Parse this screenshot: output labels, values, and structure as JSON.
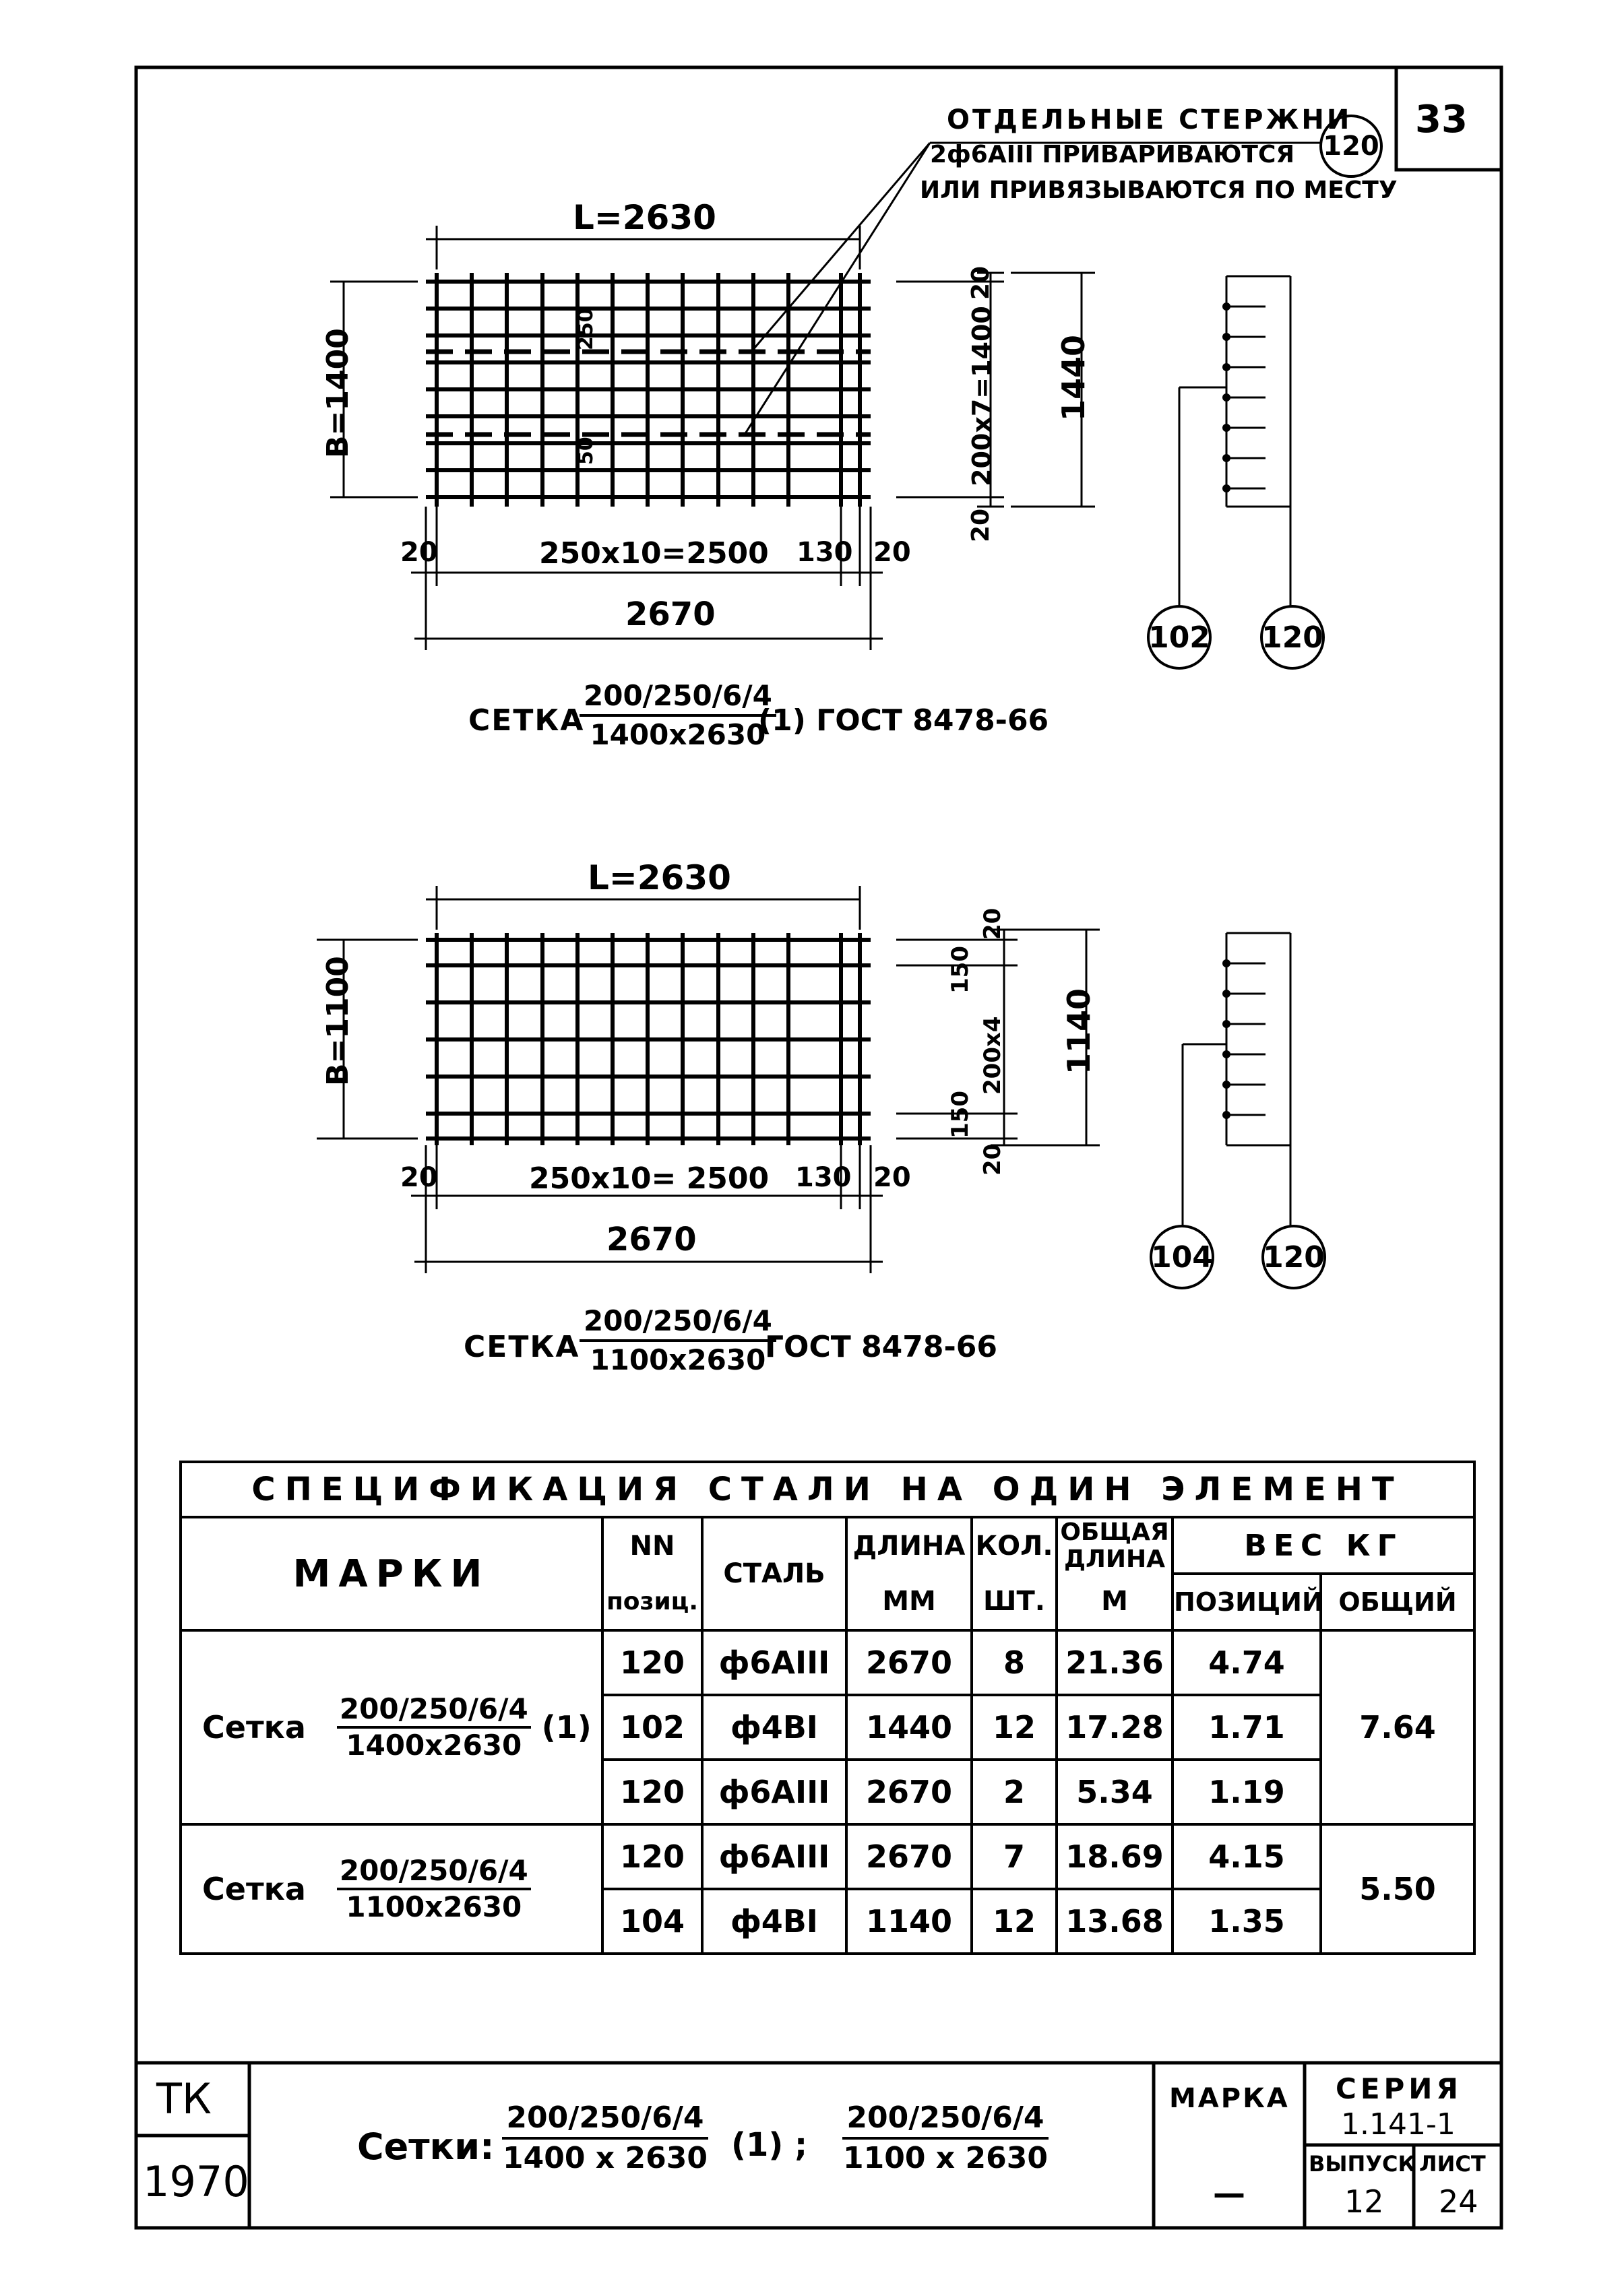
{
  "sheet": {
    "number": "33"
  },
  "drawing1": {
    "callout_line1": "ОТДЕЛЬНЫЕ СТЕРЖНИ",
    "callout_line2": "2ф6АIII ПРИВАРИВАЮТСЯ",
    "callout_line3": "ИЛИ ПРИВЯЗЫВАЮТСЯ ПО МЕСТУ",
    "callout_mark": "120",
    "length_label": "L=2630",
    "width_label": "B=1400",
    "dim_250": "250",
    "dim_50": "50",
    "bottom_left": "20",
    "bottom_middle": "250x10=2500",
    "bottom_130": "130",
    "bottom_right": "20",
    "total_length": "2670",
    "right_top": "20",
    "right_span": "200x7=1400",
    "right_bottom": "20",
    "right_total": "1440",
    "mark_left": "102",
    "mark_right": "120",
    "caption_prefix": "СЕТКА",
    "caption_num": "200/250/6/4",
    "caption_den": "1400x2630",
    "caption_suffix": "(1) ГОСТ 8478-66"
  },
  "drawing2": {
    "length_label": "L=2630",
    "width_label": "B=1100",
    "bottom_left": "20",
    "bottom_middle": "250x10= 2500",
    "bottom_130": "130",
    "bottom_right": "20",
    "total_length": "2670",
    "right_top": "20",
    "right_150a": "150",
    "right_span": "200x4",
    "right_150b": "150",
    "right_bottom": "20",
    "right_total": "1140",
    "mark_left": "104",
    "mark_right": "120",
    "caption_prefix": "СЕТКА",
    "caption_num": "200/250/6/4",
    "caption_den": "1100x2630",
    "caption_suffix": "ГОСТ 8478-66"
  },
  "spec": {
    "title": "СПЕЦИФИКАЦИЯ СТАЛИ НА ОДИН ЭЛЕМЕНТ",
    "h_marks": "МАРКИ",
    "h_nn": "NN",
    "h_pos": "позиц.",
    "h_steel": "СТАЛЬ",
    "h_len": "ДЛИНА",
    "h_len_unit": "ММ",
    "h_qty": "КОЛ.",
    "h_qty_unit": "ШТ.",
    "h_total_len": "ОБЩАЯ ДЛИНА",
    "h_total_len_unit": "М",
    "h_weight": "ВЕС КГ",
    "h_w_pos": "ПОЗИЦИЙ",
    "h_w_total": "ОБЩИЙ",
    "groups": [
      {
        "mark_prefix": "Сетка",
        "mark_num": "200/250/6/4",
        "mark_den": "1400x2630",
        "mark_suffix": "(1)",
        "total": "7.64",
        "rows": [
          {
            "pos": "120",
            "steel": "ф6АIII",
            "len": "2670",
            "qty": "8",
            "tlen": "21.36",
            "w": "4.74"
          },
          {
            "pos": "102",
            "steel": "ф4ВI",
            "len": "1440",
            "qty": "12",
            "tlen": "17.28",
            "w": "1.71"
          },
          {
            "pos": "120",
            "steel": "ф6АIII",
            "len": "2670",
            "qty": "2",
            "tlen": "5.34",
            "w": "1.19"
          }
        ]
      },
      {
        "mark_prefix": "Сетка",
        "mark_num": "200/250/6/4",
        "mark_den": "1100x2630",
        "mark_suffix": "",
        "total": "5.50",
        "rows": [
          {
            "pos": "120",
            "steel": "ф6АIII",
            "len": "2670",
            "qty": "7",
            "tlen": "18.69",
            "w": "4.15"
          },
          {
            "pos": "104",
            "steel": "ф4ВI",
            "len": "1140",
            "qty": "12",
            "tlen": "13.68",
            "w": "1.35"
          }
        ]
      }
    ]
  },
  "title_block": {
    "org": "ТК",
    "year": "1970",
    "title_prefix": "Сетки:",
    "t1_num": "200/250/6/4",
    "t1_den": "1400 x 2630",
    "t1_suffix": "(1) ;",
    "t2_num": "200/250/6/4",
    "t2_den": "1100 x 2630",
    "marka_label": "МАРКА",
    "marka_value": "—",
    "series_label": "СЕРИЯ",
    "series_value": "1.141-1",
    "issue_label": "ВЫПУСК",
    "issue_value": "12",
    "sheet_label": "ЛИСТ",
    "sheet_value": "24"
  }
}
